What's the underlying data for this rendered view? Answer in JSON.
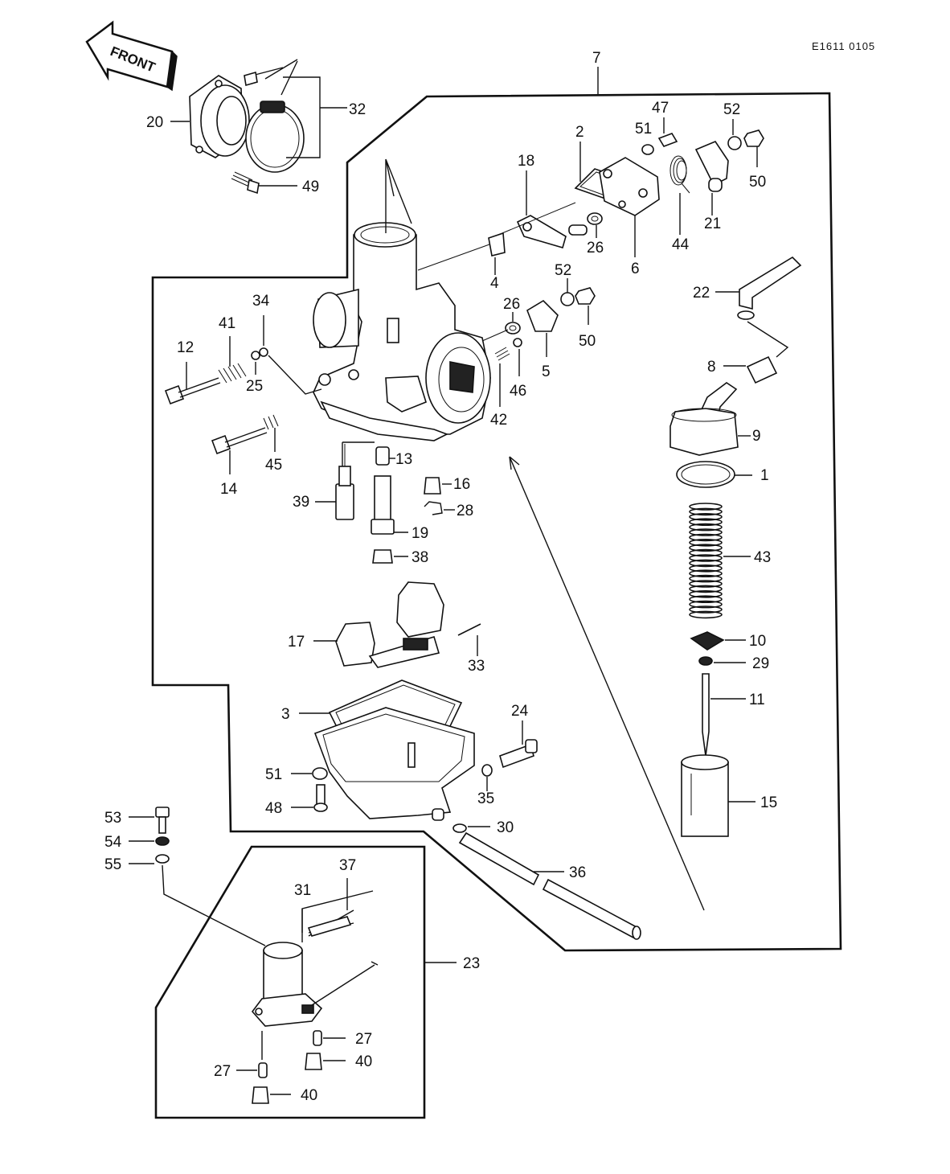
{
  "drawing_code": "E1611 0105",
  "front_label": "FRONT",
  "callouts": {
    "c1": "1",
    "c2": "2",
    "c3": "3",
    "c4": "4",
    "c5": "5",
    "c6": "6",
    "c7": "7",
    "c8": "8",
    "c9": "9",
    "c10": "10",
    "c11": "11",
    "c12": "12",
    "c13": "13",
    "c14": "14",
    "c15": "15",
    "c16": "16",
    "c17": "17",
    "c18": "18",
    "c19": "19",
    "c20": "20",
    "c21": "21",
    "c22": "22",
    "c23": "23",
    "c24": "24",
    "c25": "25",
    "c26a": "26",
    "c26b": "26",
    "c27a": "27",
    "c27b": "27",
    "c28": "28",
    "c29": "29",
    "c30": "30",
    "c31": "31",
    "c32": "32",
    "c33": "33",
    "c34": "34",
    "c35": "35",
    "c36": "36",
    "c37": "37",
    "c38": "38",
    "c39": "39",
    "c40a": "40",
    "c40b": "40",
    "c41": "41",
    "c42": "42",
    "c43": "43",
    "c44": "44",
    "c45": "45",
    "c46": "46",
    "c47": "47",
    "c48": "48",
    "c49": "49",
    "c50a": "50",
    "c50b": "50",
    "c51a": "51",
    "c51b": "51",
    "c52a": "52",
    "c52b": "52",
    "c53": "53",
    "c54": "54",
    "c55": "55"
  }
}
